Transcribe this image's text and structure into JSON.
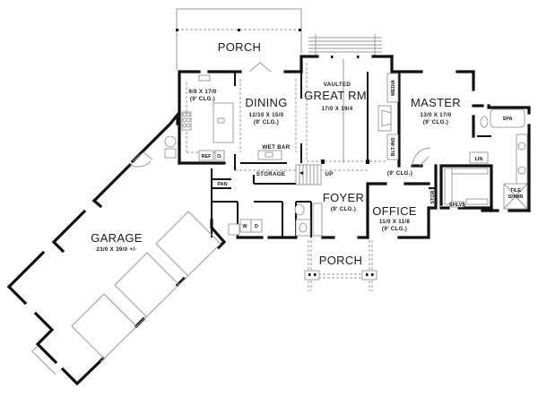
{
  "plan": {
    "rooms": {
      "porch_rear": {
        "name": "PORCH"
      },
      "kitchen": {
        "dims": "9/8 X 17/0",
        "ceiling": "(9' CLG.)"
      },
      "dining": {
        "name": "DINING",
        "dims": "12/10 X 15/0",
        "ceiling": "(9' CLG.)"
      },
      "great_room": {
        "note": "VAULTED",
        "name": "GREAT RM.",
        "dims": "17/0 X 19/4"
      },
      "master": {
        "name": "MASTER",
        "dims": "13/0 X 17/0",
        "ceiling": "(9' CLG.)"
      },
      "foyer": {
        "name": "FOYER",
        "ceiling": "(9' CLG.)"
      },
      "office": {
        "name": "OFFICE",
        "dims": "11/0 X 11/8",
        "ceiling": "(9' CLG.)"
      },
      "hall": {
        "ceiling": "(9' CLG.)"
      },
      "porch_front": {
        "name": "PORCH"
      },
      "garage": {
        "name": "GARAGE",
        "dims": "23/0 X 39/0 +/-"
      }
    },
    "labels": {
      "wet_bar": "WET BAR",
      "storage": "STORAGE",
      "up": "UP",
      "pantry": "PAN",
      "ref": "REF",
      "oven": "O.",
      "media": "MEDIA",
      "built_ins": "BLT-INS",
      "spa": "SPA",
      "linen": "LIN",
      "tile_shower": "TILE SHWR",
      "tile": "TILE",
      "shwr": "SHWR",
      "shelves": "SHLVS",
      "stor": "STOR",
      "washer": "W",
      "dryer": "D"
    },
    "colors": {
      "wall": "#111111",
      "fixture": "#999999",
      "background": "#ffffff"
    }
  }
}
